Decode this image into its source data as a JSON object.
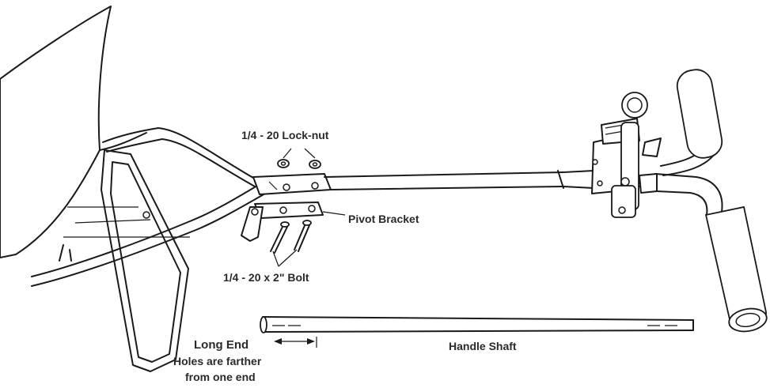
{
  "labels": {
    "lock_nut": "1/4 - 20 Lock-nut",
    "pivot_bracket": "Pivot Bracket",
    "bolt": "1/4 - 20 x 2\" Bolt",
    "long_end": "Long End",
    "holes_line1": "Holes are farther",
    "holes_line2": "from one end",
    "handle_shaft": "Handle Shaft"
  },
  "colors": {
    "line": "#1a1a1a",
    "text": "#2a2a2a",
    "background": "#ffffff"
  }
}
